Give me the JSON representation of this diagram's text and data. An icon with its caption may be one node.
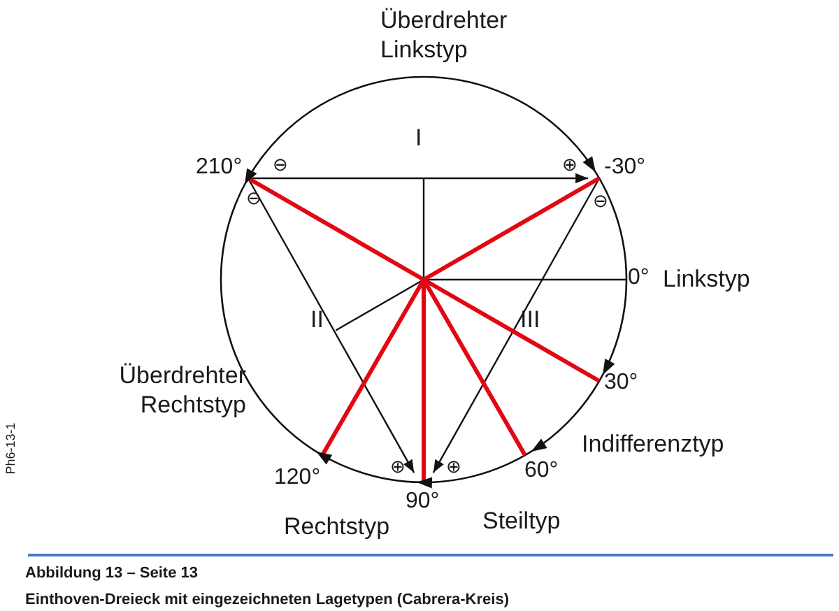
{
  "diagram": {
    "caption": "Einthoven-Dreieck mit eingezeichneten Lagetypen (Cabrera-Kreis)",
    "labels": [
      "Überdrehter Linkstyp",
      "I",
      "210°",
      "⊖",
      "⊕",
      "-30°",
      "⊖",
      "⊖",
      "0°",
      "Linkstyp",
      "II",
      "III",
      "Überdrehter Rechtstyp",
      "30°",
      "Indifferenztyp",
      "⊕",
      "⊕",
      "120°",
      "60°",
      "90°",
      "Rechtstyp",
      "Steiltyp",
      "Ph6-13-1",
      "Abbildung 13 – Seite 13"
    ]
  }
}
